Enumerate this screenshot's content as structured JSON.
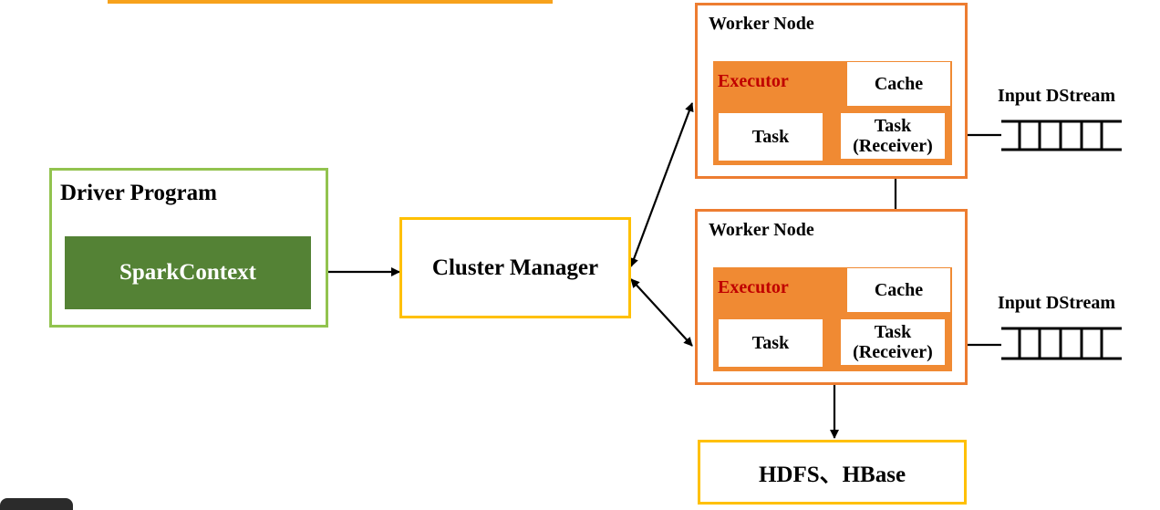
{
  "diagram": {
    "driver": {
      "title": "Driver Program",
      "context": "SparkContext"
    },
    "cluster_manager": "Cluster Manager",
    "workers": [
      {
        "title": "Worker Node",
        "executor": "Executor",
        "cache": "Cache",
        "task": "Task",
        "receiver_line1": "Task",
        "receiver_line2": "(Receiver)"
      },
      {
        "title": "Worker Node",
        "executor": "Executor",
        "cache": "Cache",
        "task": "Task",
        "receiver_line1": "Task",
        "receiver_line2": "(Receiver)"
      }
    ],
    "input_streams": [
      "Input DStream",
      "Input DStream"
    ],
    "storage": "HDFS、HBase"
  },
  "colors": {
    "driver_border": "#92c34f",
    "spark_fill": "#548235",
    "manager_border": "#ffc000",
    "worker_border": "#ed7d31",
    "executor_fill": "#f08a33",
    "executor_text": "#c00000",
    "top_bar": "#f7a21c",
    "corner_tab": "#2b2b2b"
  }
}
